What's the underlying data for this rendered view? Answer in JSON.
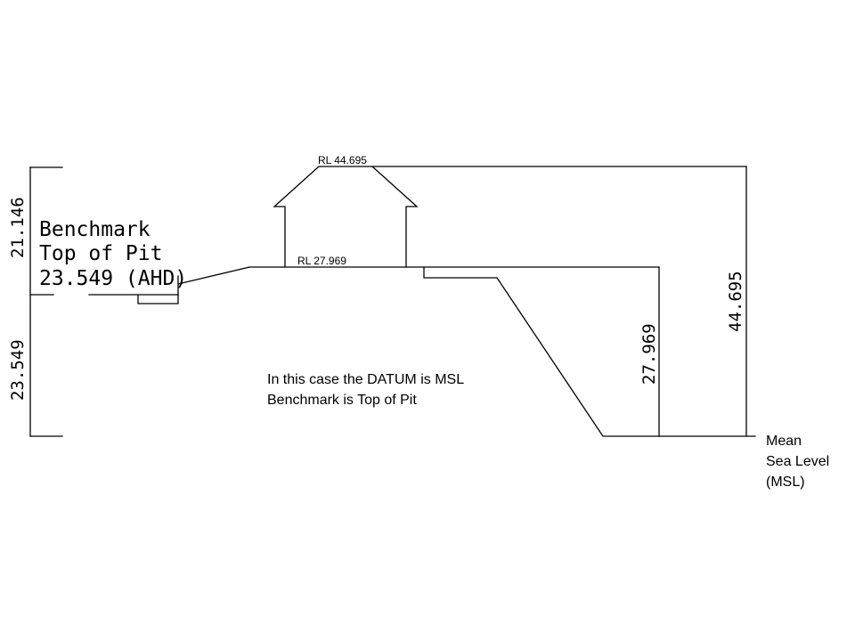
{
  "labels": {
    "rl_top": "RL 44.695",
    "rl_ground": "RL 27.969",
    "benchmark_line1": "Benchmark",
    "benchmark_line2": "Top of Pit",
    "benchmark_line3": "23.549 (AHD)",
    "note_line1": "In this case the DATUM is MSL",
    "note_line2": "Benchmark is Top of Pit",
    "msl_line1": "Mean",
    "msl_line2": "Sea Level",
    "msl_line3": "(MSL)"
  },
  "dimensions": {
    "upper_left": "21.146",
    "lower_left": "23.549",
    "ground_right": "27.969",
    "top_right": "44.695"
  }
}
